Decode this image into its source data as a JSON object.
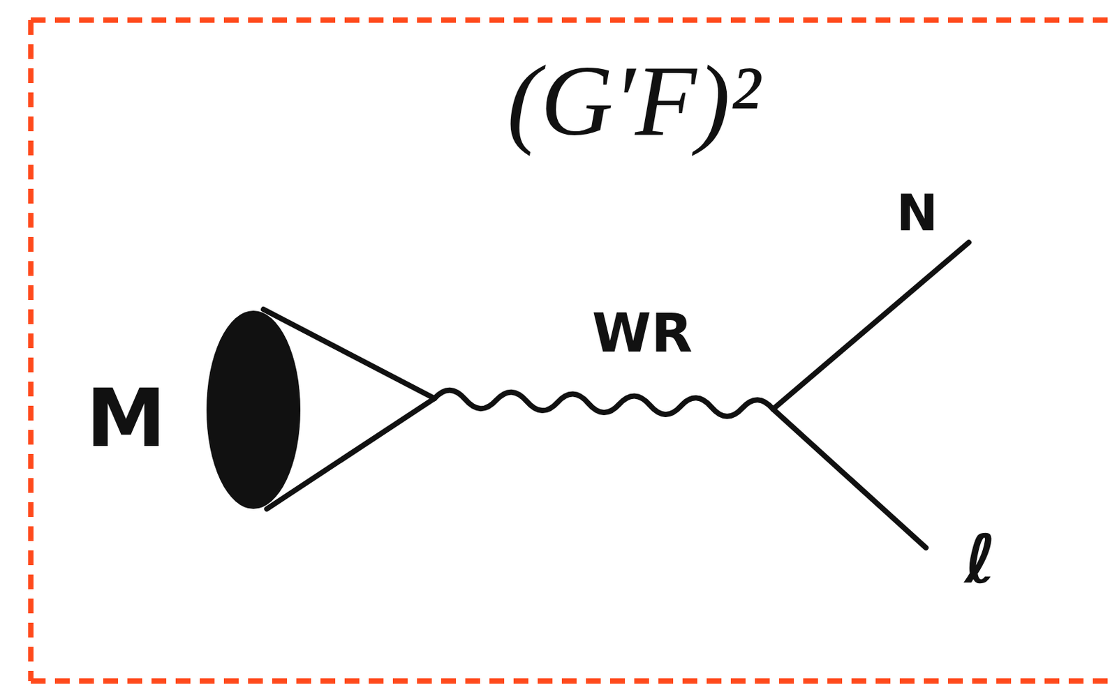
{
  "diagram": {
    "title": "(G′F)²",
    "labels": [
      "M",
      "WR",
      "N",
      "ℓ"
    ]
  }
}
